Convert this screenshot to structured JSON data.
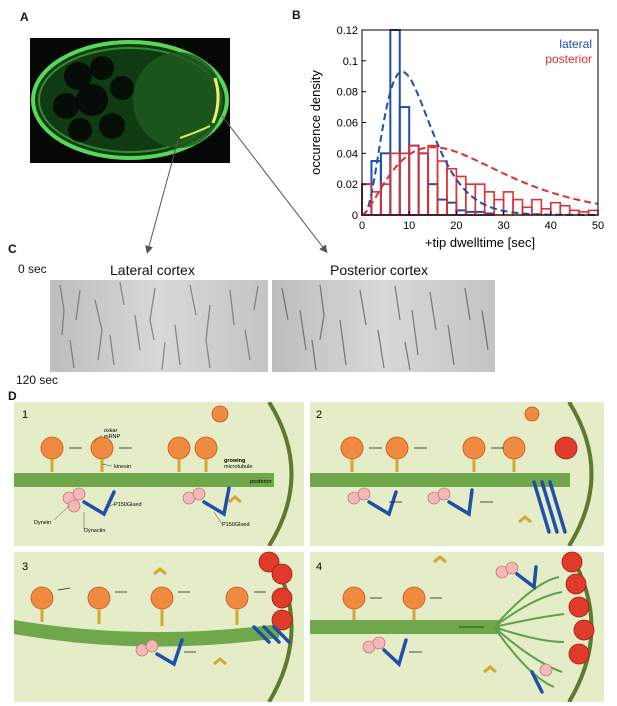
{
  "labels": {
    "A": "A",
    "B": "B",
    "C": "C",
    "D": "D"
  },
  "panelB": {
    "ylabel": "occurence density",
    "xlabel": "+tip dwelltime [sec]",
    "legend": [
      "lateral",
      "posterior"
    ],
    "xticks": [
      "0",
      "10",
      "20",
      "30",
      "40",
      "50"
    ],
    "yticks": [
      "0",
      "0.02",
      "0.04",
      "0.06",
      "0.08",
      "0.1",
      "0.12"
    ]
  },
  "panelC": {
    "start": "0 sec",
    "end": "120 sec",
    "left_title": "Lateral cortex",
    "right_title": "Posterior cortex"
  },
  "panelD": {
    "n1": "1",
    "n2": "2",
    "n3": "3",
    "n4": "4",
    "oskar": "oskar",
    "mrnp": "mRNP",
    "kinesin": "kinesin",
    "growing": "growing",
    "microtubule": "microtubule",
    "posterior": "posterior",
    "p150a": "P150Glued",
    "p150b": "P150Glued",
    "dynein": "Dynein",
    "dynactin": "Dynactin"
  },
  "chart_data": {
    "type": "bar",
    "xlabel": "+tip dwelltime [sec]",
    "ylabel": "occurence density",
    "xlim": [
      0,
      50
    ],
    "ylim": [
      0,
      0.12
    ],
    "bin_width": 2,
    "x": [
      1,
      3,
      5,
      7,
      9,
      11,
      13,
      15,
      17,
      19,
      21,
      23,
      25,
      27,
      29,
      31,
      33,
      35,
      37,
      39,
      41,
      43,
      45,
      47,
      49
    ],
    "series": [
      {
        "name": "lateral",
        "color": "#1f4fa8",
        "values": [
          0.02,
          0.035,
          0.04,
          0.12,
          0.07,
          0.045,
          0.04,
          0.02,
          0.01,
          0.008,
          0.003,
          0.002,
          0.002,
          0.001,
          0,
          0,
          0,
          0,
          0,
          0,
          0,
          0,
          0,
          0,
          0
        ]
      },
      {
        "name": "posterior",
        "color": "#e03030",
        "values": [
          0.02,
          0.015,
          0.02,
          0.04,
          0.04,
          0.045,
          0.04,
          0.045,
          0.035,
          0.03,
          0.025,
          0.02,
          0.02,
          0.015,
          0.01,
          0.015,
          0.01,
          0.005,
          0.01,
          0.004,
          0.008,
          0.006,
          0.003,
          0.002,
          0.003
        ]
      }
    ]
  }
}
